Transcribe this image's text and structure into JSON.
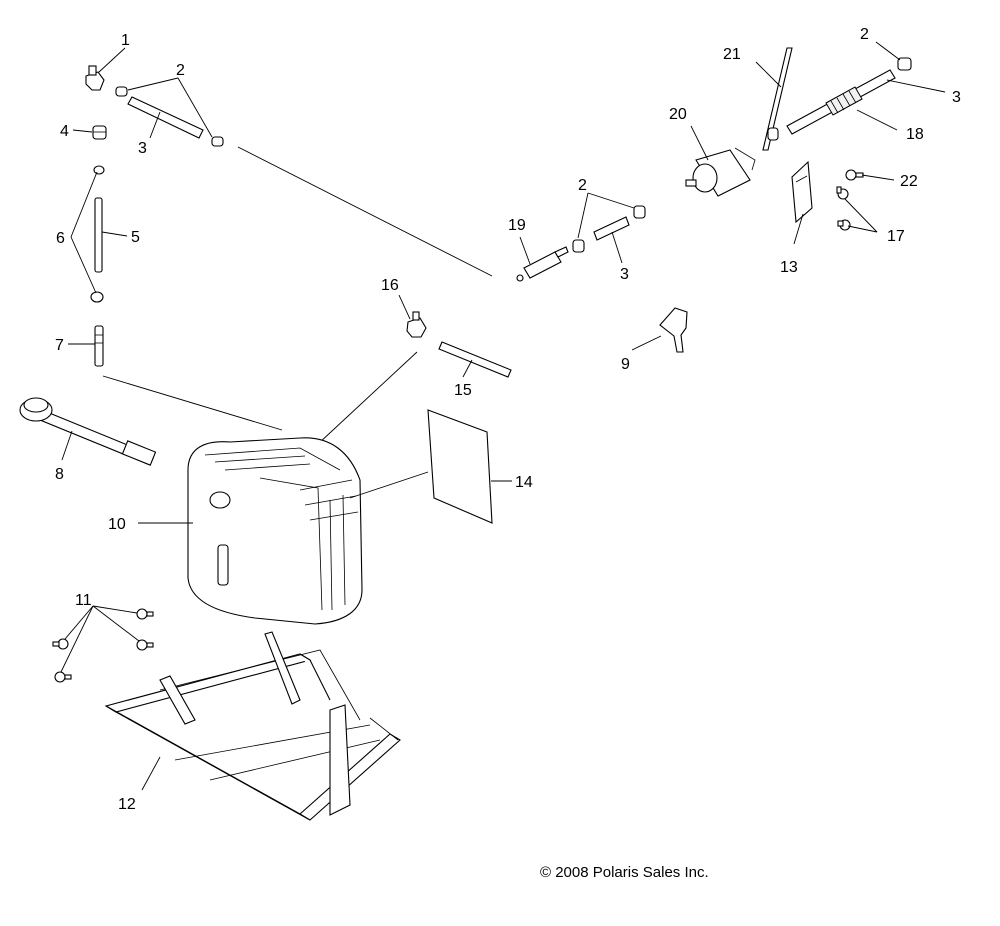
{
  "callouts": {
    "p1": "1",
    "p2a": "2",
    "p2b": "2",
    "p2c": "2",
    "p3a": "3",
    "p3b": "3",
    "p3c": "3",
    "p4": "4",
    "p5": "5",
    "p6": "6",
    "p7": "7",
    "p8": "8",
    "p9": "9",
    "p10": "10",
    "p11": "11",
    "p12": "12",
    "p13": "13",
    "p14": "14",
    "p15": "15",
    "p16": "16",
    "p17": "17",
    "p18": "18",
    "p19": "19",
    "p20": "20",
    "p21": "21",
    "p22": "22"
  },
  "copyright": "© 2008 Polaris Sales Inc."
}
